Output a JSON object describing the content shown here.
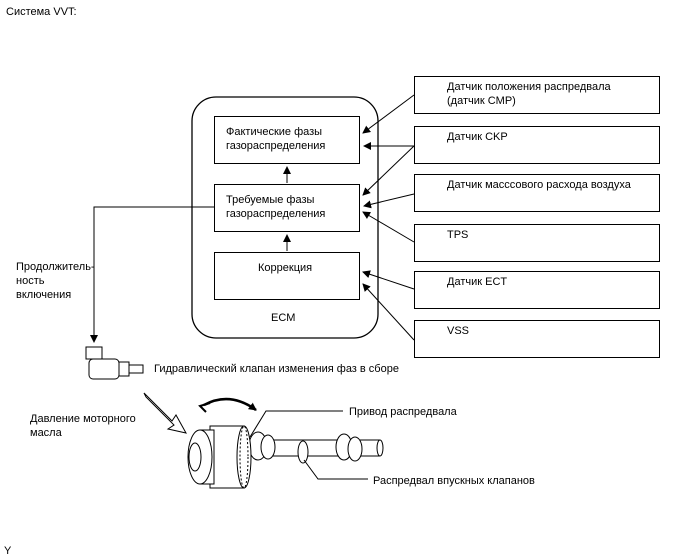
{
  "title": "Система VVT:",
  "ecm": {
    "label": "ECM",
    "actual_line1": "Фактические фазы",
    "actual_line2": "газораспределения",
    "target_line1": "Требуемые фазы",
    "target_line2": "газораспределения",
    "correction": "Коррекция"
  },
  "sensors": [
    {
      "line1": "Датчик положения распредвала",
      "line2": "(датчик CMP)"
    },
    {
      "line1": "Датчик CKP"
    },
    {
      "line1": "Датчик масссового расхода воздуха"
    },
    {
      "line1": "TPS"
    },
    {
      "line1": "Датчик ECT"
    },
    {
      "line1": "VSS"
    }
  ],
  "duty_label": {
    "line1": "Продолжитель-",
    "line2": "ность",
    "line3": "включения"
  },
  "valve_label": "Гидравлический клапан изменения фаз в сборе",
  "oil_label": {
    "line1": "Давление моторного",
    "line2": "масла"
  },
  "drive_label": "Привод распредвала",
  "camshaft_label": "Распредвал впускных клапанов",
  "corner_mark": "Y"
}
